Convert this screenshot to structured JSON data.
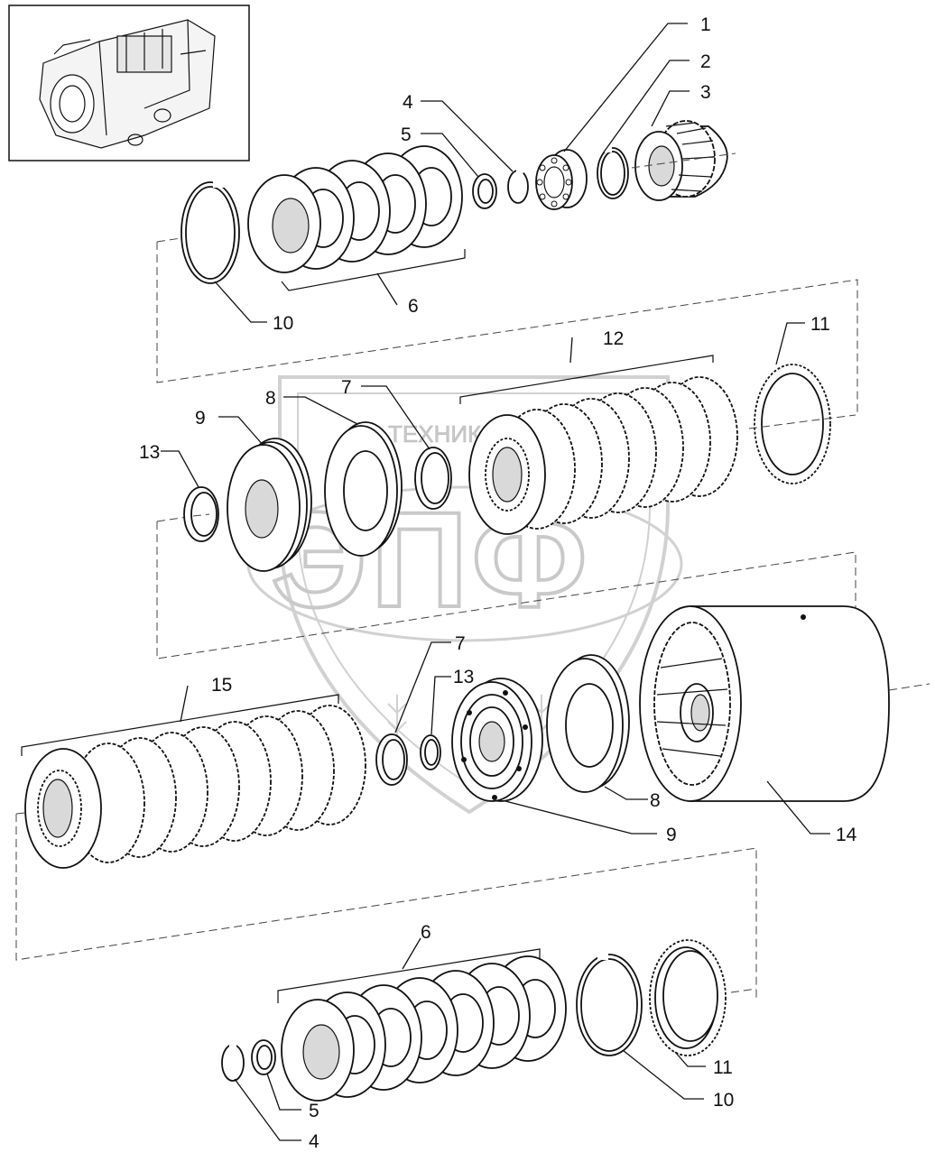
{
  "watermark": {
    "brand_text": "ТЕХНИКА",
    "logo_letters": "ЭПФ",
    "color": "#9a9a9a"
  },
  "callouts": {
    "c1": "1",
    "c2": "2",
    "c3": "3",
    "c4a": "4",
    "c5a": "5",
    "c6a": "6",
    "c10a": "10",
    "c7a": "7",
    "c8a": "8",
    "c9a": "9",
    "c11a": "11",
    "c12": "12",
    "c13a": "13",
    "c7b": "7",
    "c13b": "13",
    "c15": "15",
    "c8b": "8",
    "c9b": "9",
    "c14": "14",
    "c6b": "6",
    "c5b": "5",
    "c4b": "4",
    "c10b": "10",
    "c11b": "11"
  },
  "icons": {
    "thumbnail": "transmission-housing-icon"
  },
  "colors": {
    "line": "#111111",
    "shade": "#d9d9d9"
  }
}
